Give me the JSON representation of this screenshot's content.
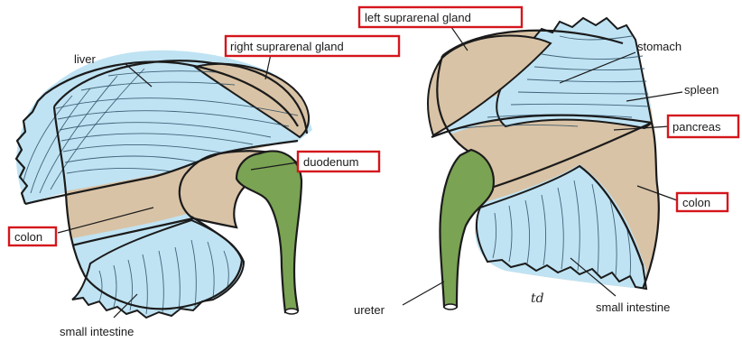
{
  "colors": {
    "peritoneal_blue": "#bfe3f3",
    "bare_area_tan": "#d9c3a6",
    "ureter_green": "#7aa353",
    "outline": "#1b1b1b",
    "highlight_red": "#d4161c"
  },
  "right_kidney": {
    "labels": {
      "liver": "liver",
      "right_suprarenal_gland": "right suprarenal gland",
      "duodenum": "duodenum",
      "colon": "colon",
      "small_intestine": "small intestine"
    }
  },
  "left_kidney": {
    "labels": {
      "left_suprarenal_gland": "left suprarenal gland",
      "stomach": "stomach",
      "spleen": "spleen",
      "pancreas": "pancreas",
      "colon": "colon",
      "ureter": "ureter",
      "small_intestine": "small intestine",
      "signature": "td"
    }
  }
}
